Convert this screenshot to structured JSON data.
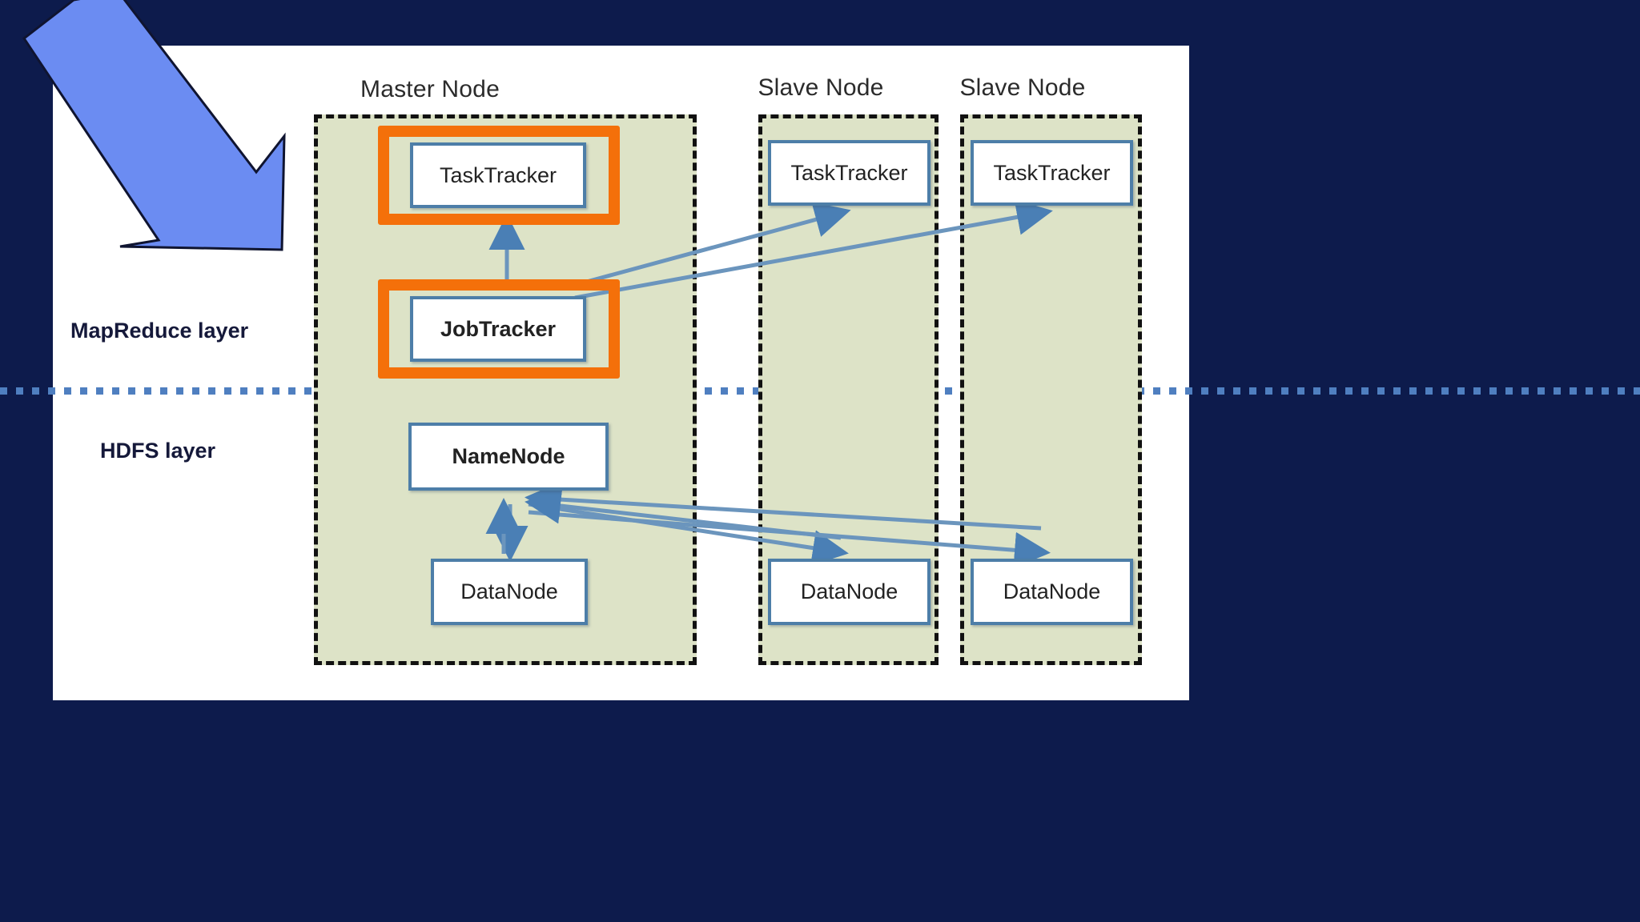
{
  "slide": {
    "background_color": "#0d1b4c",
    "panel_color": "#ffffff"
  },
  "annotation": {
    "arrow_name": "big-blue-arrow",
    "fill_color": "#6b8cf2",
    "outline_color": "#0f1430",
    "direction": "down-right"
  },
  "columns": [
    {
      "title": "Master Node"
    },
    {
      "title": "Slave Node"
    },
    {
      "title": "Slave Node"
    }
  ],
  "layers": [
    {
      "label": "MapReduce layer"
    },
    {
      "label": "HDFS layer"
    }
  ],
  "nodes": {
    "master": {
      "tasktracker": "TaskTracker",
      "jobtracker": "JobTracker",
      "namenode": "NameNode",
      "datanode": "DataNode"
    },
    "slave1": {
      "tasktracker": "TaskTracker",
      "datanode": "DataNode"
    },
    "slave2": {
      "tasktracker": "TaskTracker",
      "datanode": "DataNode"
    }
  },
  "highlights": {
    "color": "#f4700a",
    "targets": [
      "TaskTracker",
      "JobTracker"
    ]
  },
  "palette": {
    "column_fill": "#dde3c7",
    "column_border": "#111111",
    "box_border": "#4d7ea8",
    "connector": "#5b87b5",
    "divider": "#4f7fc0"
  }
}
